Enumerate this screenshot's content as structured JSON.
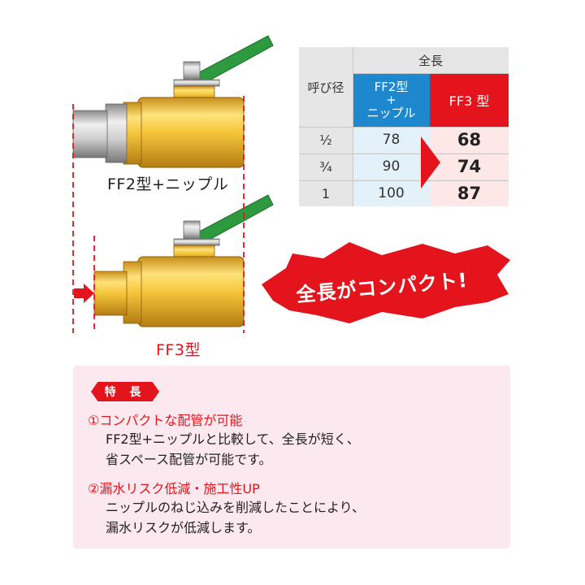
{
  "figure": {
    "ff2_caption": "FF2型+ニップル",
    "ff3_caption": "FF3型",
    "burst_text": "全長がコンパクト!"
  },
  "table": {
    "header_total": "全長",
    "header_size": "呼び径",
    "header_ff2_line1": "FF2型",
    "header_ff2_line2": "+",
    "header_ff2_line3": "ニップル",
    "header_ff3": "FF3 型",
    "rows": [
      {
        "size": "½",
        "ff2": "78",
        "ff3": "68"
      },
      {
        "size": "¾",
        "ff2": "90",
        "ff3": "74"
      },
      {
        "size": "1",
        "ff2": "100",
        "ff3": "87"
      }
    ]
  },
  "features": {
    "tag": "特 長",
    "items": [
      {
        "title": "①コンパクトな配管が可能",
        "line1": "FF2型+ニップルと比較して、全長が短く、",
        "line2": "省スペース配管が可能です。"
      },
      {
        "title": "②漏水リスク低減・施工性UP",
        "line1": "ニップルのねじ込みを削減したことにより、",
        "line2": "漏水リスクが低減します。"
      }
    ]
  },
  "colors": {
    "brass": "#f2c33a",
    "handle_green": "#2e9a3f",
    "ff2_blue": "#1e88cf",
    "ff3_red": "#e4141d",
    "panel_pink": "#fce8ef"
  }
}
